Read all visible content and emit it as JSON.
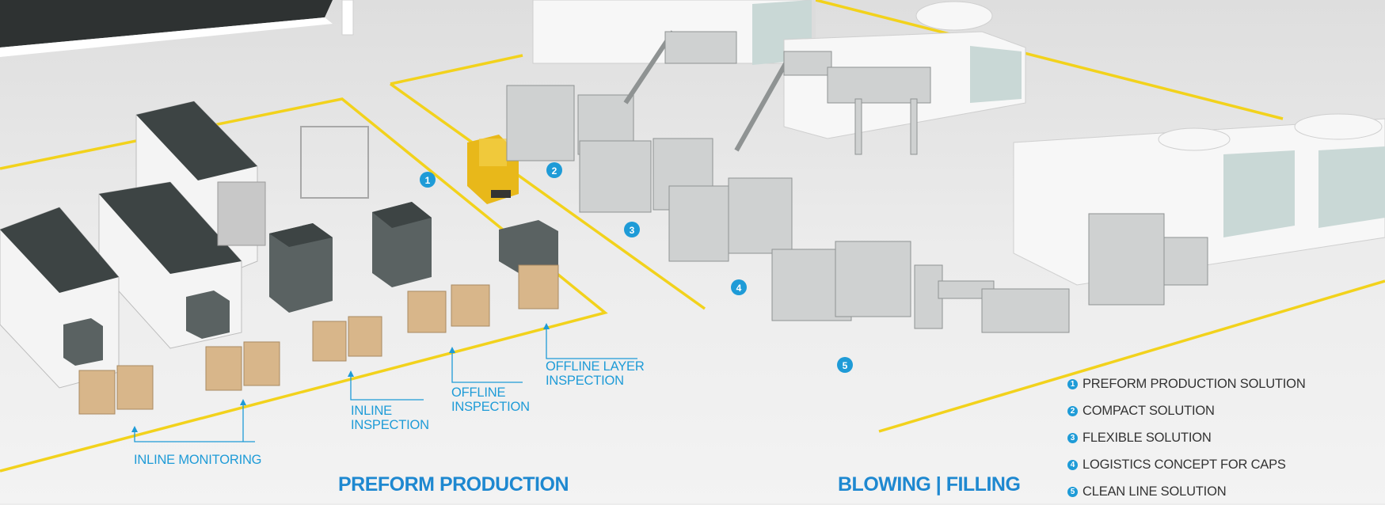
{
  "sections": {
    "preform_title": "PREFORM PRODUCTION",
    "blowing_title": "BLOWING | FILLING"
  },
  "callouts": {
    "inline_monitoring": "INLINE MONITORING",
    "inline_inspection": "INLINE\nINSPECTION",
    "offline_inspection": "OFFLINE\nINSPECTION",
    "offline_layer_inspection": "OFFLINE LAYER\nINSPECTION"
  },
  "markers": [
    "1",
    "2",
    "3",
    "4",
    "5"
  ],
  "legend": [
    {
      "num": "1",
      "label": "PREFORM PRODUCTION SOLUTION"
    },
    {
      "num": "2",
      "label": "COMPACT SOLUTION"
    },
    {
      "num": "3",
      "label": "FLEXIBLE SOLUTION"
    },
    {
      "num": "4",
      "label": "LOGISTICS CONCEPT FOR CAPS"
    },
    {
      "num": "5",
      "label": "CLEAN LINE SOLUTION"
    }
  ],
  "colors": {
    "accent_blue": "#1e9bd7",
    "title_blue": "#1e88d0",
    "floor_line_yellow": "#f2d21c",
    "machine_dark": "#3d4444",
    "machine_white": "#f4f4f4",
    "octabin": "#d8b68a"
  }
}
